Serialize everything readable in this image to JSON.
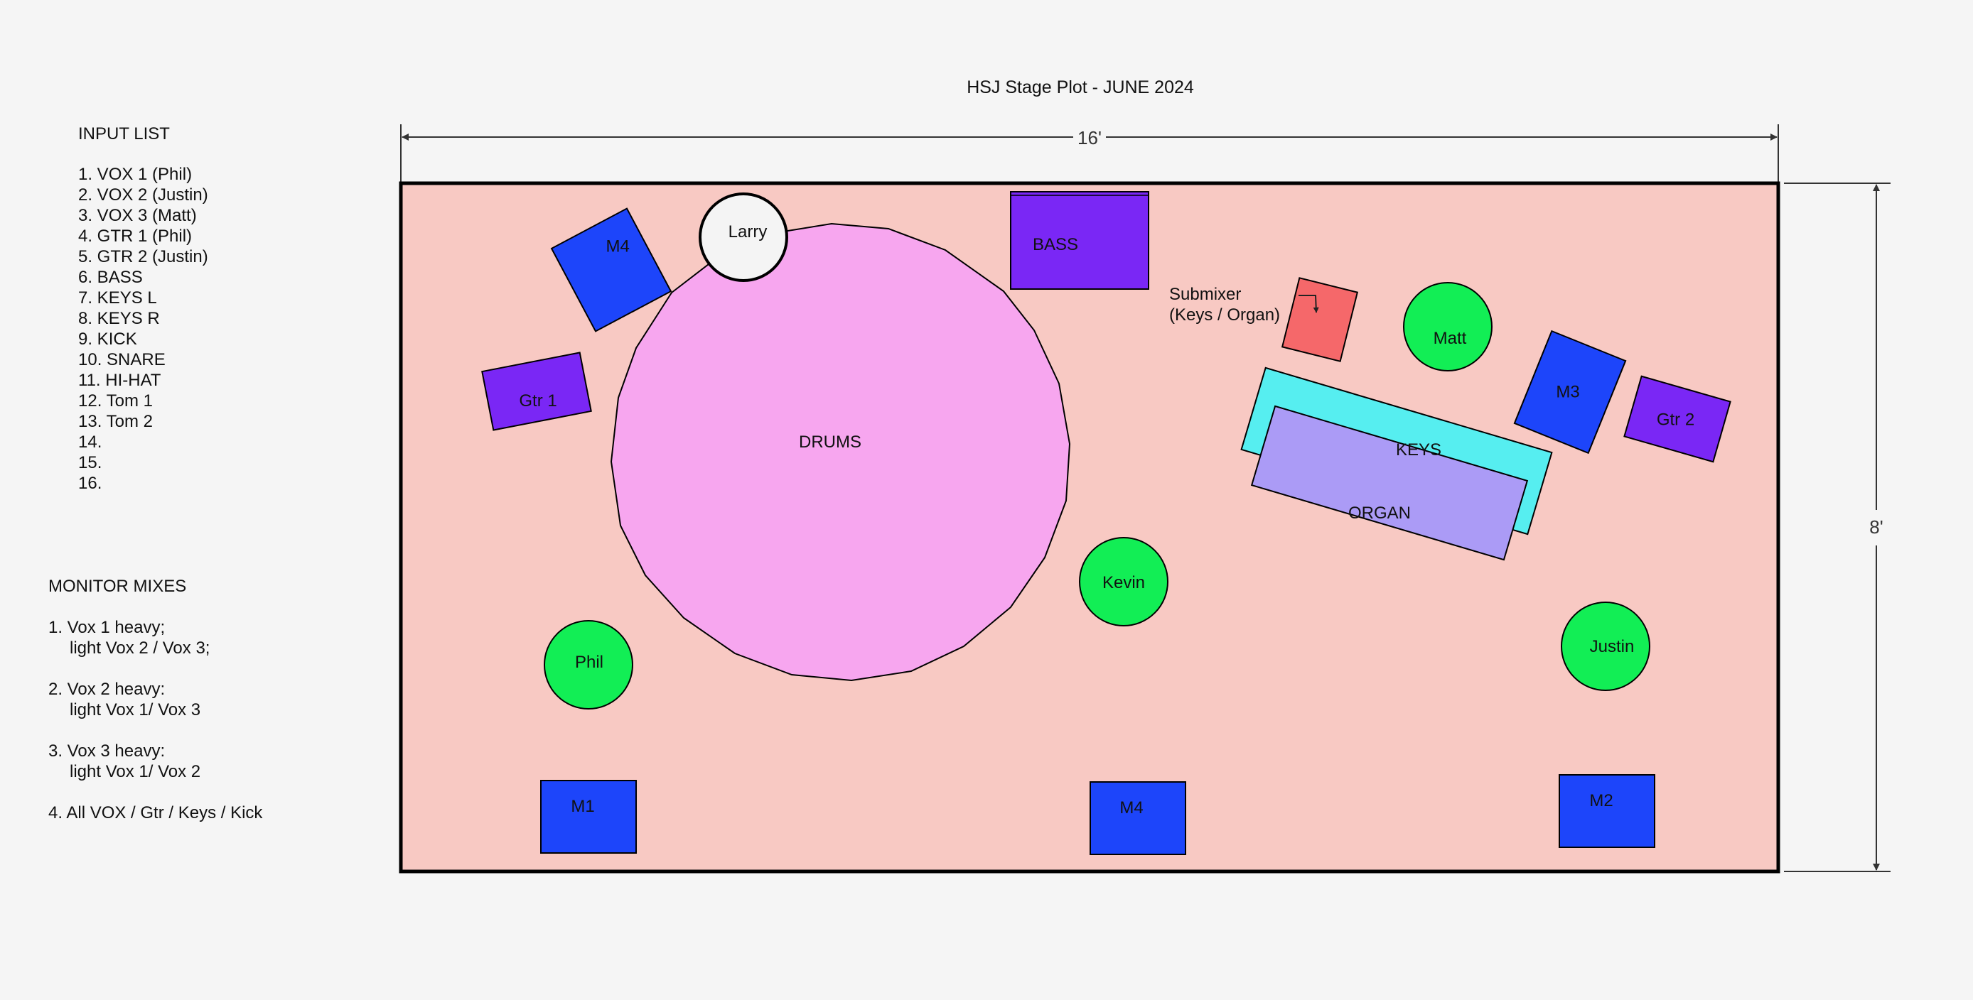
{
  "title": "HSJ Stage Plot -  JUNE 2024",
  "dimensions": {
    "width_label": "16'",
    "height_label": "8'"
  },
  "input_list": {
    "heading": "INPUT LIST",
    "items": [
      "1.  VOX 1 (Phil)",
      "2.  VOX 2 (Justin)",
      "3.  VOX 3 (Matt)",
      "4.  GTR 1 (Phil)",
      "5.  GTR 2 (Justin)",
      "6.  BASS",
      "7.  KEYS L",
      "8.  KEYS R",
      "9.  KICK",
      "10. SNARE",
      "11. HI-HAT",
      "12. Tom 1",
      "13. Tom 2",
      "14.",
      "15.",
      "16."
    ]
  },
  "monitor_mixes": {
    "heading": "MONITOR MIXES",
    "mix1_line1": "1. Vox 1 heavy;",
    "mix1_line2": "light Vox 2 / Vox 3;",
    "mix2_line1": "2. Vox 2 heavy:",
    "mix2_line2": "light Vox 1/ Vox 3",
    "mix3_line1": "3. Vox 3 heavy:",
    "mix3_line2": "light Vox 1/ Vox 2",
    "mix4_line1": "4. All VOX / Gtr / Keys / Kick"
  },
  "stage": {
    "drums": "DRUMS",
    "bass": "BASS",
    "keys": "KEYS",
    "organ": "ORGAN",
    "submixer_line1": "Submixer",
    "submixer_line2": "(Keys / Organ)",
    "gtr1": "Gtr 1",
    "gtr2": "Gtr 2",
    "monitor_top": "M4",
    "monitor_m3": "M3",
    "monitor_m1": "M1",
    "monitor_center": "M4",
    "monitor_m2": "M2"
  },
  "people": {
    "larry": "Larry",
    "matt": "Matt",
    "kevin": "Kevin",
    "phil": "Phil",
    "justin": "Justin"
  },
  "colors": {
    "background": "#f5f5f5",
    "stage_floor": "#f8c9c3",
    "drum_riser": "#f7a6ef",
    "person": "#12ee55",
    "amp": "#7a27f5",
    "monitor": "#1d45fa",
    "keys": "#56eef0",
    "organ": "#ab9bf6",
    "submixer": "#f5686a",
    "drummer": "#f4f4f4"
  }
}
